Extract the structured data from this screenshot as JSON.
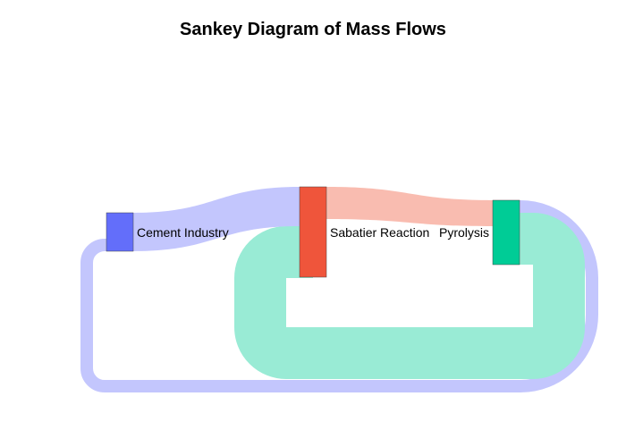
{
  "title": "Sankey Diagram of Mass Flows",
  "nodes": [
    {
      "id": "cement",
      "label": "Cement Industry",
      "color": "#636efa"
    },
    {
      "id": "sabatier",
      "label": "Sabatier Reaction",
      "color": "#ef553b"
    },
    {
      "id": "pyrolysis",
      "label": "Pyrolysis",
      "color": "#00cc96"
    }
  ],
  "links": [
    {
      "source": "cement",
      "target": "sabatier",
      "value": 3,
      "color": "#c3c6fd"
    },
    {
      "source": "sabatier",
      "target": "pyrolysis",
      "value": 2,
      "color": "#f9bcb0"
    },
    {
      "source": "pyrolysis",
      "target": "sabatier",
      "value": 5,
      "color": "#99ebd5"
    },
    {
      "source": "pyrolysis",
      "target": "cement",
      "value": 1,
      "color": "#c3c6fd"
    }
  ]
}
